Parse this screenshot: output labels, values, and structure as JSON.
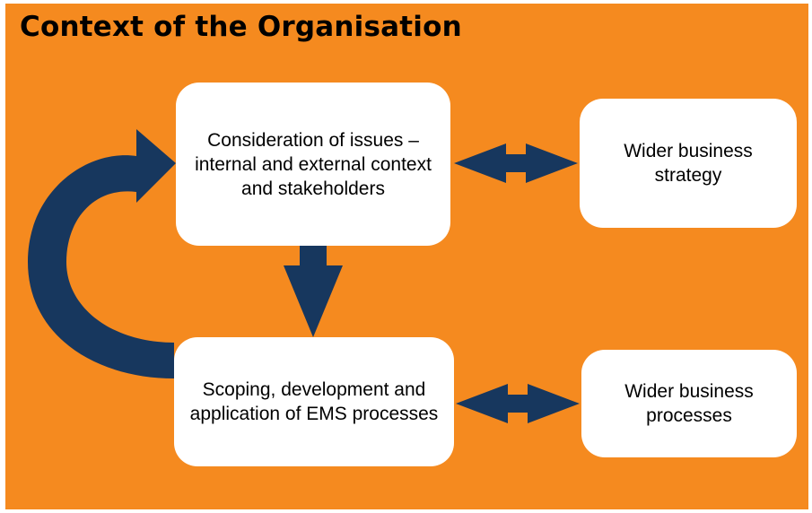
{
  "title": "Context of the Organisation",
  "boxes": {
    "issues": "Consideration of issues – internal and external context and stakeholders",
    "strategy": "Wider business strategy",
    "ems": "Scoping, development and application of EMS processes",
    "processes": "Wider business processes"
  },
  "colors": {
    "background": "#F58A1F",
    "arrow": "#17375E",
    "box": "#FFFFFF",
    "text": "#000000"
  }
}
